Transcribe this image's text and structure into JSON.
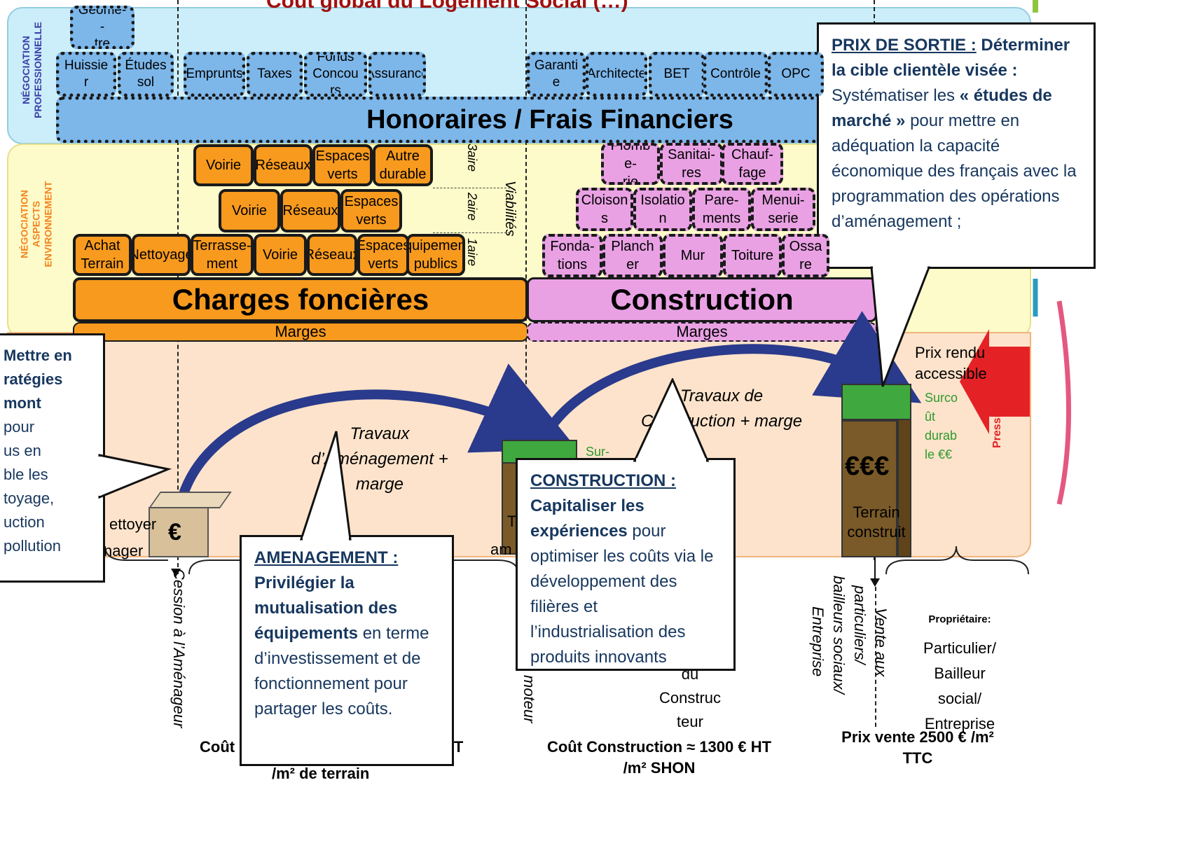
{
  "title": "Coût global du Logement Social (…)",
  "bands": {
    "professional": "NÉGOCIATION\nPROFESSIONNELLE",
    "environmental": "NÉGOCIATION\nASPECTS\nENVIRONNEMENT"
  },
  "fees_items": [
    "Géomè-\n-\ntre",
    "Huissie\nr",
    "Études\nsol",
    "Emprunts",
    "Taxes",
    "Fonds\nConcou\nrs",
    "Assurance",
    "Garanti\ne",
    "Architecte",
    "BET",
    "Contrôle",
    "OPC"
  ],
  "fees_title": "Honoraires  / Frais Financiers",
  "land_rows": {
    "tier3": [
      "Voirie",
      "Réseaux",
      "Espaces\nverts",
      "Autre\ndurable"
    ],
    "tier2": [
      "Voirie",
      "Réseaux",
      "Espaces\nverts"
    ],
    "tier1": [
      "Achat\nTerrain",
      "Nettoyage",
      "Terrasse-\nment",
      "Voirie",
      "Réseaux",
      "Espaces\nverts",
      "Équipements\npublics"
    ]
  },
  "tier_labels": {
    "t3": "3aire",
    "t2": "2aire",
    "t1": "1aire",
    "viab": "Viabilités"
  },
  "construction_rows": {
    "tier3": [
      "Plomb\ne-\nrie",
      "Sanitai-\nres",
      "Chauf-\nfage"
    ],
    "tier2": [
      "Cloison\ns",
      "Isolatio\nn",
      "Pare-\nments",
      "Menui-\nserie"
    ],
    "tier1": [
      "Fonda-\ntions",
      "Planch\ner",
      "Mur",
      "Toiture",
      "Ossa\nre"
    ]
  },
  "land_charges": "Charges foncières",
  "construction": "Construction",
  "margin": "Marges",
  "process": {
    "works_dev": "Travaux\nd’Aménagement +\nmarge",
    "works_build": "Travaux de\nConstruction + marge",
    "price_accessible": "Prix rendu\naccessible",
    "pression": "Pression Sociétale",
    "surcout": "Surco\nût\ndurab\nle  €€",
    "sur": "Sur-",
    "euro1": "€",
    "euro3": "€€€",
    "terrain_construit": "Terrain\nconstruit",
    "te": "Te",
    "am": "am",
    "nettoyer": "ettoyer",
    "manager": "nager"
  },
  "vertical_texts": {
    "cession": "Cession à l’Aménageur",
    "promoteur": "moteur",
    "vente": "Vente aux",
    "particuliers": "particuliers/",
    "bailleurs": "bailleurs sociaux/",
    "entreprise": "Entreprise"
  },
  "constructeur": "du\nConstruc\nteur",
  "owner": {
    "label": "Propriétaire:",
    "text": "Particulier/\nBailleur\nsocial/\nEntreprise"
  },
  "costs": {
    "land": "Coût",
    "land_unit": "/m² de terrain",
    "land_ht": "HT",
    "construction": "Coût Construction  ≈ 1300 € HT\n/m²  SHON",
    "sale": "Prix vente  2500 € /m²\nTTC"
  },
  "callouts": {
    "left": {
      "lines": [
        "Mettre en",
        "ratégies",
        "mont",
        "pour",
        "us en",
        "ble les",
        "toyage,",
        "uction",
        "pollution"
      ]
    },
    "amenagement": {
      "head": "AMENAGEMENT :",
      "bold": "Privilégier la mutualisation des équipements",
      "rest": " en terme d’investissement et de fonctionnement pour partager les coûts."
    },
    "construction": {
      "head": "CONSTRUCTION :",
      "bold": "Capitaliser les expériences",
      "rest": " pour optimiser les coûts via le développement des filières et l’industrialisation des produits innovants"
    },
    "prix": {
      "head": "PRIX DE SORTIE :",
      "bold1": " Déterminer la cible clientèle visée :",
      "p1": " Systématiser les ",
      "bold2": "« études de marché »",
      "p2": " pour mettre en adéquation la capacité économique des français avec la programmation des opérations d’aménagement ;"
    }
  },
  "colors": {
    "sky": "#cbeefa",
    "cream": "#fdfbc9",
    "peach": "#fde3cb",
    "orange": "#f79a1e",
    "pink": "#e9a1e4",
    "blue_box": "#7db7ea",
    "callout_text": "#17375e",
    "arrow": "#2a3a8c"
  }
}
